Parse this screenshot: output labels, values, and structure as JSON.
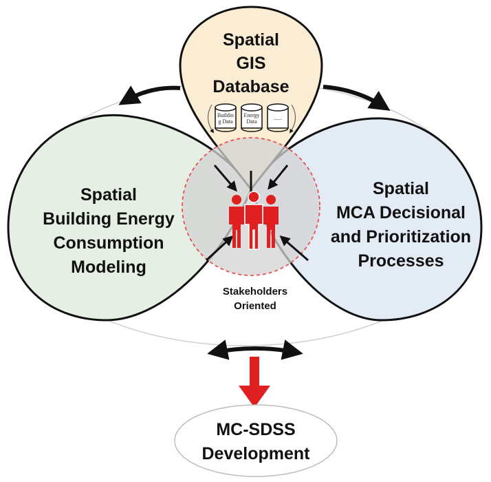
{
  "nodes": {
    "gis": {
      "lines": [
        "Spatial",
        "GIS",
        "Database"
      ]
    },
    "building": {
      "lines": [
        "Spatial",
        "Building Energy",
        "Consumption",
        "Modeling"
      ]
    },
    "mca": {
      "lines": [
        "Spatial",
        "MCA Decisional",
        "and Prioritization",
        "Processes"
      ]
    },
    "stakeholders": {
      "lines": [
        "Stakeholders",
        "Oriented"
      ]
    },
    "output": {
      "lines": [
        "MC-SDSS",
        "Development"
      ]
    }
  },
  "databases": [
    {
      "lines": [
        "Buildin",
        "g Data"
      ]
    },
    {
      "lines": [
        "Energy",
        "Data"
      ]
    },
    {
      "lines": [
        "......"
      ]
    }
  ],
  "colors": {
    "gis_fill": "#fbedd3",
    "building_fill": "#e6efe3",
    "mca_fill": "#e3ecf5",
    "center_fill": "#d3d3d3",
    "center_border": "#e65252",
    "people": "#e02020",
    "down_arrow": "#e02020",
    "stroke": "#111111"
  }
}
